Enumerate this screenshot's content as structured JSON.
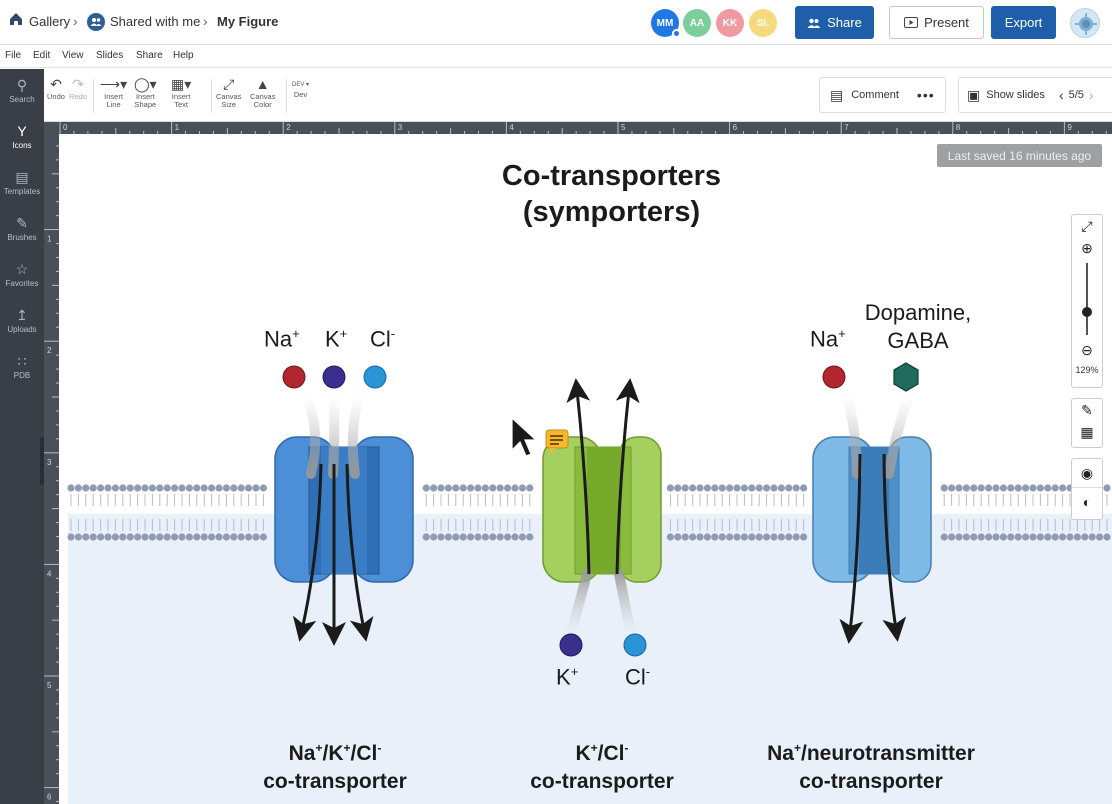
{
  "breadcrumb": {
    "gallery": "Gallery",
    "shared": "Shared with me",
    "current": "My Figure"
  },
  "collaborators": [
    {
      "initials": "MM",
      "color": "#1f78e4"
    },
    {
      "initials": "AA",
      "color": "#7ccf9a"
    },
    {
      "initials": "KK",
      "color": "#ef9aa0"
    },
    {
      "initials": "SL",
      "color": "#f6d97a"
    }
  ],
  "header_buttons": {
    "share": "Share",
    "present": "Present",
    "export": "Export"
  },
  "menu": [
    "File",
    "Edit",
    "View",
    "Slides",
    "Share",
    "Help"
  ],
  "sidebar": [
    {
      "label": "Search",
      "icon": "search-icon"
    },
    {
      "label": "Icons",
      "icon": "icons-icon"
    },
    {
      "label": "Templates",
      "icon": "templates-icon"
    },
    {
      "label": "Brushes",
      "icon": "brush-icon"
    },
    {
      "label": "Favorites",
      "icon": "star-icon"
    },
    {
      "label": "Uploads",
      "icon": "upload-icon"
    },
    {
      "label": "PDB",
      "icon": "pdb-icon"
    }
  ],
  "toolbar": {
    "undo": "Undo",
    "redo": "Redo",
    "insert_line": [
      "Insert",
      "Line"
    ],
    "insert_shape": [
      "Insert",
      "Shape"
    ],
    "insert_text": [
      "Insert",
      "Text"
    ],
    "canvas_size": [
      "Canvas",
      "Size"
    ],
    "canvas_color": [
      "Canvas",
      "Color"
    ],
    "dev_small": "DEV",
    "dev": "Dev",
    "comment": "Comment",
    "show_slides": "Show slides",
    "slide_counter": "5/5"
  },
  "ruler_marks": [
    "0",
    "1",
    "2",
    "3",
    "4",
    "5",
    "6",
    "7",
    "8",
    "9"
  ],
  "ruler_left_marks": [
    "1",
    "2",
    "3",
    "4",
    "5",
    "6"
  ],
  "canvas": {
    "saved_status": "Last saved 16 minutes ago",
    "title_line1": "Co-transporters",
    "title_line2": "(symporters)",
    "zoom_level": "129%",
    "ions_left": {
      "na": "Na",
      "na_sup": "+",
      "k": "K",
      "k_sup": "+",
      "cl": "Cl",
      "cl_sup": "-"
    },
    "ions_middle": {
      "k": "K",
      "k_sup": "+",
      "cl": "Cl",
      "cl_sup": "-"
    },
    "ions_right": {
      "na": "Na",
      "na_sup": "+",
      "dop_line1": "Dopamine,",
      "dop_line2": "GABA"
    },
    "captions": {
      "left_line1_a": "Na",
      "left_sup1": "+",
      "left_line1_b": "/K",
      "left_sup2": "+",
      "left_line1_c": "/Cl",
      "left_sup3": "-",
      "left_line2": "co-transporter",
      "mid_line1_a": "K",
      "mid_sup1": "+",
      "mid_line1_b": "/Cl",
      "mid_sup2": "-",
      "mid_line2": "co-transporter",
      "right_line1_a": "Na",
      "right_sup1": "+",
      "right_line1_b": "/neurotransmitter",
      "right_line2": "co-transporter"
    },
    "colors": {
      "na_ion": "#b3262e",
      "k_ion": "#3a2f8f",
      "cl_ion": "#2a94d6",
      "neurotransmitter": "#1f6b5c",
      "transporter_left": "#4d8fd6",
      "transporter_mid": "#a5cf5e",
      "transporter_right": "#7fb9e6",
      "cytoplasm": "#e9f0fa",
      "lipid_head": "#8e9bb2"
    }
  }
}
